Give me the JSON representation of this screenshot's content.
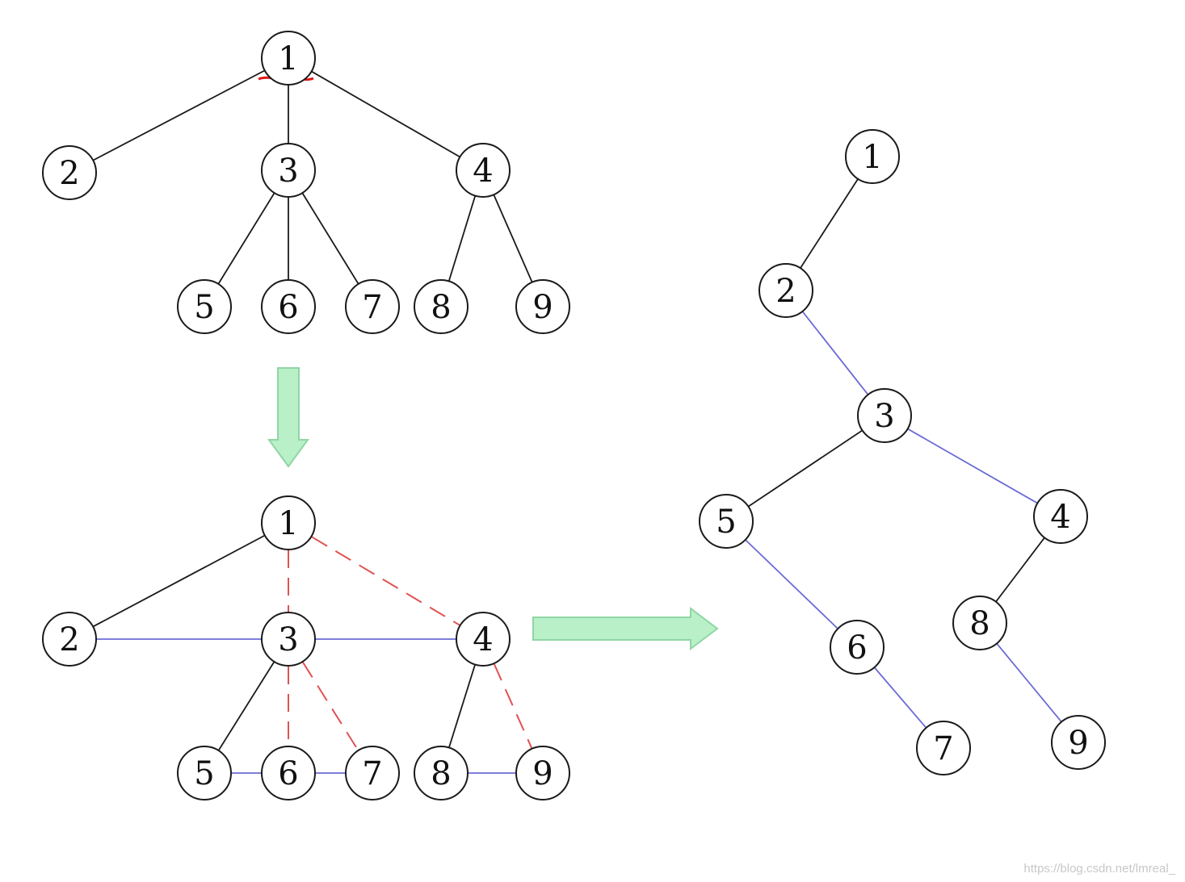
{
  "colors": {
    "tree_edge": "#1a1a1a",
    "sibling_edge": "#6b6bd6",
    "removed_edge": "#e05252",
    "cut_mark": "#e01818",
    "arrow_fill": "#b9f0c8",
    "arrow_stroke": "#8fd6a4"
  },
  "diagrams": [
    {
      "id": "original-tree",
      "nodes": [
        {
          "id": "t1",
          "label": "1"
        },
        {
          "id": "t2",
          "label": "2"
        },
        {
          "id": "t3",
          "label": "3"
        },
        {
          "id": "t4",
          "label": "4"
        },
        {
          "id": "t5",
          "label": "5"
        },
        {
          "id": "t6",
          "label": "6"
        },
        {
          "id": "t7",
          "label": "7"
        },
        {
          "id": "t8",
          "label": "8"
        },
        {
          "id": "t9",
          "label": "9"
        }
      ],
      "edges": [
        {
          "from": "t1",
          "to": "t2",
          "kind": "tree"
        },
        {
          "from": "t1",
          "to": "t3",
          "kind": "tree"
        },
        {
          "from": "t1",
          "to": "t4",
          "kind": "tree"
        },
        {
          "from": "t3",
          "to": "t5",
          "kind": "tree"
        },
        {
          "from": "t3",
          "to": "t6",
          "kind": "tree"
        },
        {
          "from": "t3",
          "to": "t7",
          "kind": "tree"
        },
        {
          "from": "t4",
          "to": "t8",
          "kind": "tree"
        },
        {
          "from": "t4",
          "to": "t9",
          "kind": "tree"
        }
      ]
    },
    {
      "id": "transformed-tree",
      "nodes": [
        {
          "id": "m1",
          "label": "1"
        },
        {
          "id": "m2",
          "label": "2"
        },
        {
          "id": "m3",
          "label": "3"
        },
        {
          "id": "m4",
          "label": "4"
        },
        {
          "id": "m5",
          "label": "5"
        },
        {
          "id": "m6",
          "label": "6"
        },
        {
          "id": "m7",
          "label": "7"
        },
        {
          "id": "m8",
          "label": "8"
        },
        {
          "id": "m9",
          "label": "9"
        }
      ],
      "edges": [
        {
          "from": "m1",
          "to": "m2",
          "kind": "tree"
        },
        {
          "from": "m3",
          "to": "m5",
          "kind": "tree"
        },
        {
          "from": "m4",
          "to": "m8",
          "kind": "tree"
        },
        {
          "from": "m2",
          "to": "m3",
          "kind": "sibling"
        },
        {
          "from": "m3",
          "to": "m4",
          "kind": "sibling"
        },
        {
          "from": "m5",
          "to": "m6",
          "kind": "sibling"
        },
        {
          "from": "m6",
          "to": "m7",
          "kind": "sibling"
        },
        {
          "from": "m8",
          "to": "m9",
          "kind": "sibling"
        },
        {
          "from": "m1",
          "to": "m3",
          "kind": "removed"
        },
        {
          "from": "m1",
          "to": "m4",
          "kind": "removed"
        },
        {
          "from": "m3",
          "to": "m6",
          "kind": "removed"
        },
        {
          "from": "m3",
          "to": "m7",
          "kind": "removed"
        },
        {
          "from": "m4",
          "to": "m9",
          "kind": "removed"
        }
      ]
    },
    {
      "id": "binary-tree",
      "nodes": [
        {
          "id": "b1",
          "label": "1"
        },
        {
          "id": "b2",
          "label": "2"
        },
        {
          "id": "b3",
          "label": "3"
        },
        {
          "id": "b4",
          "label": "4"
        },
        {
          "id": "b5",
          "label": "5"
        },
        {
          "id": "b6",
          "label": "6"
        },
        {
          "id": "b7",
          "label": "7"
        },
        {
          "id": "b8",
          "label": "8"
        },
        {
          "id": "b9",
          "label": "9"
        }
      ],
      "edges": [
        {
          "from": "b1",
          "to": "b2",
          "kind": "tree"
        },
        {
          "from": "b3",
          "to": "b5",
          "kind": "tree"
        },
        {
          "from": "b4",
          "to": "b8",
          "kind": "tree"
        },
        {
          "from": "b2",
          "to": "b3",
          "kind": "sibling"
        },
        {
          "from": "b3",
          "to": "b4",
          "kind": "sibling"
        },
        {
          "from": "b5",
          "to": "b6",
          "kind": "sibling"
        },
        {
          "from": "b6",
          "to": "b7",
          "kind": "sibling"
        },
        {
          "from": "b8",
          "to": "b9",
          "kind": "sibling"
        }
      ]
    }
  ],
  "watermark": "https://blog.csdn.net/lmreal_"
}
